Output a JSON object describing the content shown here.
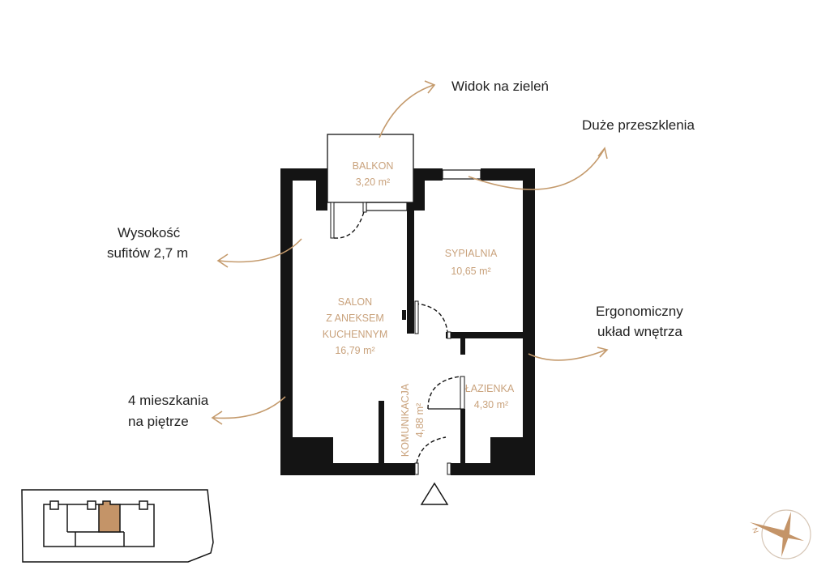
{
  "rooms": {
    "balkon": {
      "name": "BALKON",
      "area": "3,20 m²"
    },
    "sypialnia": {
      "name": "SYPIALNIA",
      "area": "10,65 m²"
    },
    "salon": {
      "line1": "SALON",
      "line2": "Z ANEKSEM",
      "line3": "KUCHENNYM",
      "area": "16,79 m²"
    },
    "lazienka": {
      "name": "ŁAZIENKA",
      "area": "4,30 m²"
    },
    "komunikacja": {
      "name": "KOMUNIKACJA",
      "area": "4,88 m²"
    }
  },
  "features": {
    "widok": "Widok na zieleń",
    "przeszklenia": "Duże przeszklenia",
    "wysokosc_1": "Wysokość",
    "wysokosc_2": "sufitów 2,7 m",
    "ergonomia_1": "Ergonomiczny",
    "ergonomia_2": "układ wnętrza",
    "mieszkania_1": "4 mieszkania",
    "mieszkania_2": "na piętrze"
  },
  "compass": {
    "north_label": "N"
  },
  "colors": {
    "accent": "#c49a6c",
    "wall": "#141414",
    "highlight": "#c49468"
  }
}
